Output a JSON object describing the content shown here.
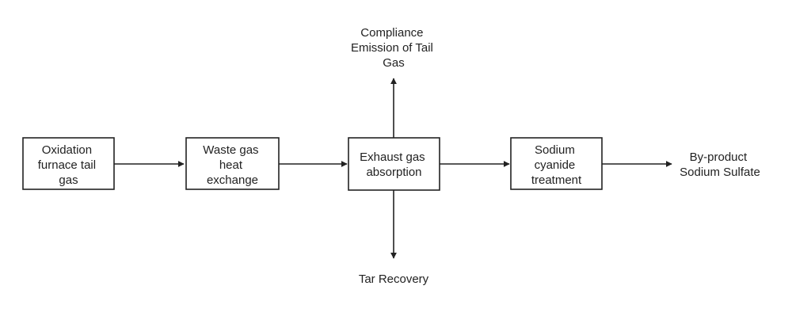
{
  "diagram": {
    "colors": {
      "stroke": "#222222",
      "background": "#ffffff",
      "text": "#222222"
    },
    "nodes": {
      "oxidation": {
        "lines": [
          "Oxidation",
          "furnace tail",
          "gas"
        ]
      },
      "waste_gas": {
        "lines": [
          "Waste gas",
          "heat",
          "exchange"
        ]
      },
      "exhaust": {
        "lines": [
          "Exhaust gas",
          "absorption"
        ]
      },
      "sodium": {
        "lines": [
          "Sodium",
          "cyanide",
          "treatment"
        ]
      }
    },
    "outputs": {
      "compliance": {
        "lines": [
          "Compliance",
          "Emission of Tail",
          "Gas"
        ]
      },
      "tar": {
        "lines": [
          "Tar Recovery"
        ]
      },
      "byproduct": {
        "lines": [
          "By-product",
          "Sodium Sulfate"
        ]
      }
    },
    "edges": [
      {
        "from": "oxidation",
        "to": "waste_gas"
      },
      {
        "from": "waste_gas",
        "to": "exhaust"
      },
      {
        "from": "exhaust",
        "to": "sodium"
      },
      {
        "from": "exhaust",
        "to": "compliance"
      },
      {
        "from": "exhaust",
        "to": "tar"
      },
      {
        "from": "sodium",
        "to": "byproduct"
      }
    ]
  }
}
